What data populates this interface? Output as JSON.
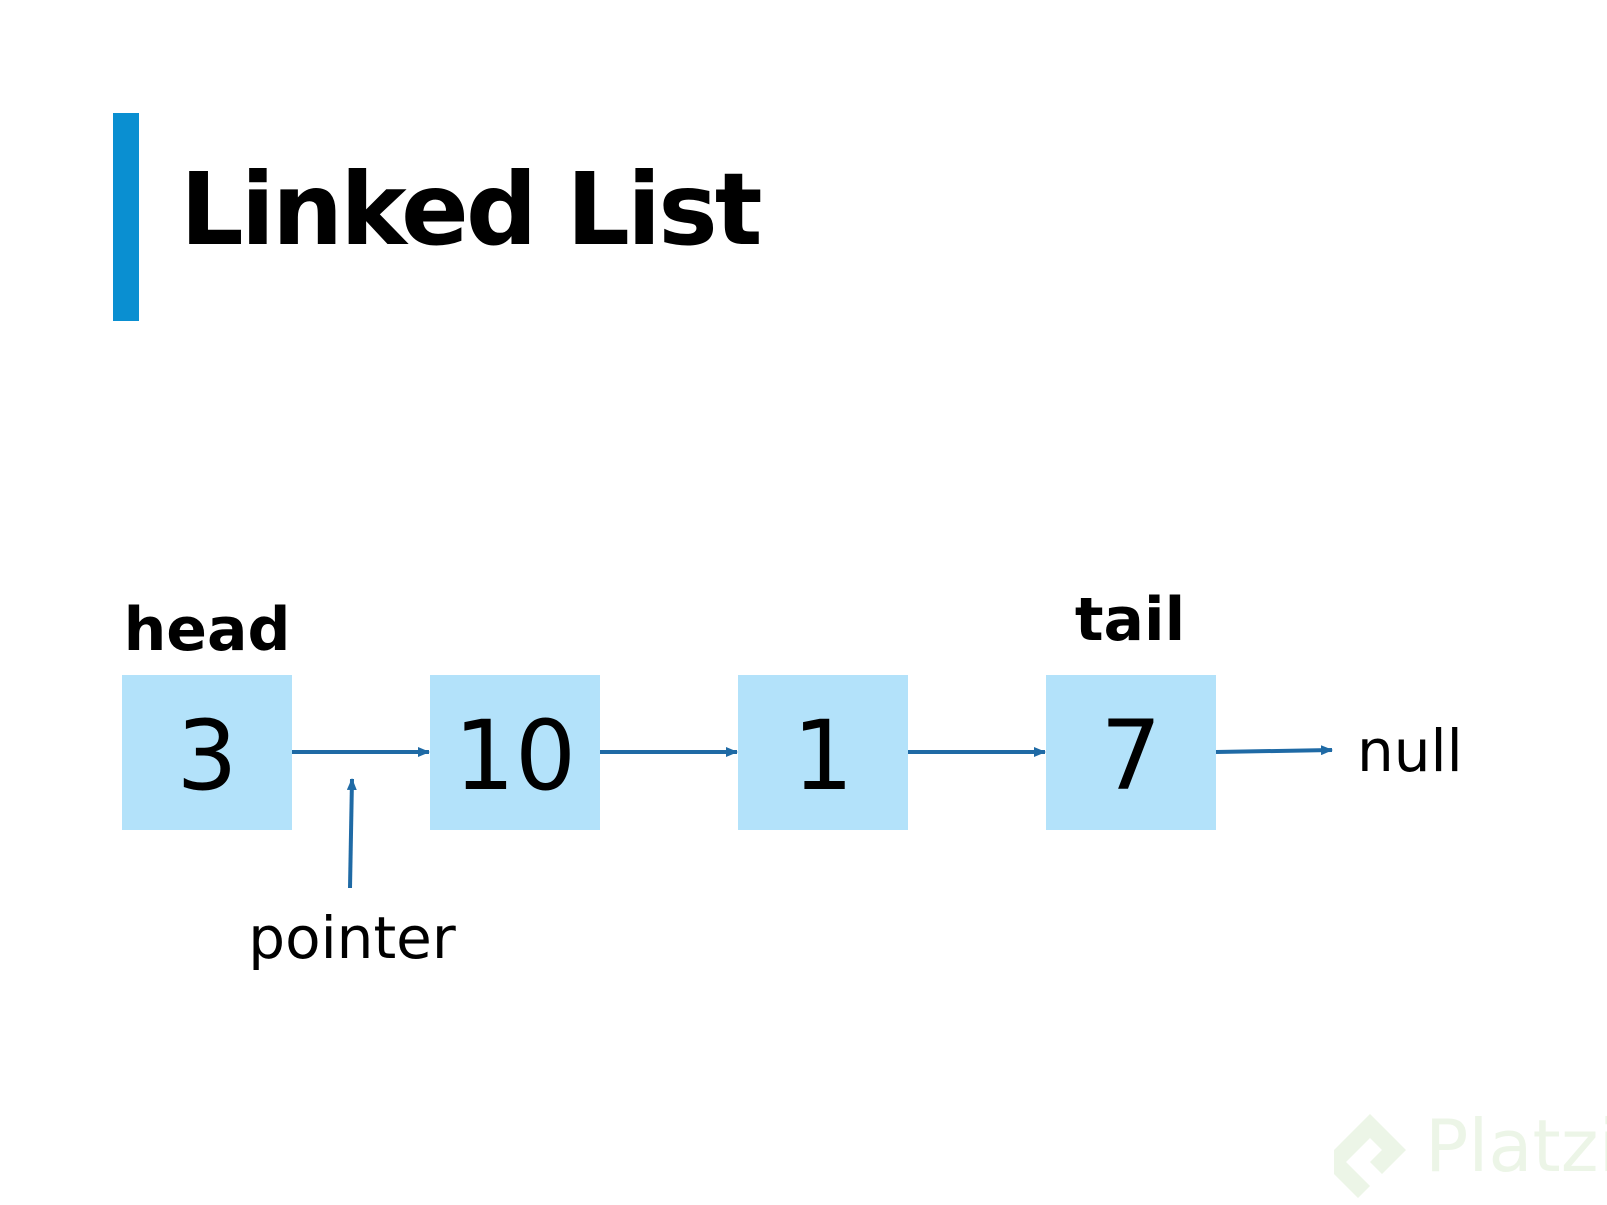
{
  "title": "Linked List",
  "colors": {
    "accent": "#0a8fd1",
    "node_fill": "#b3e2fa",
    "arrow": "#1f6aa5",
    "watermark": "#6cb33f"
  },
  "nodes": [
    {
      "value": "3"
    },
    {
      "value": "10"
    },
    {
      "value": "1"
    },
    {
      "value": "7"
    }
  ],
  "labels": {
    "head": "head",
    "tail": "tail",
    "null": "null",
    "pointer": "pointer"
  },
  "watermark": {
    "text": "Platzi",
    "icon": "platzi-logo-icon"
  }
}
